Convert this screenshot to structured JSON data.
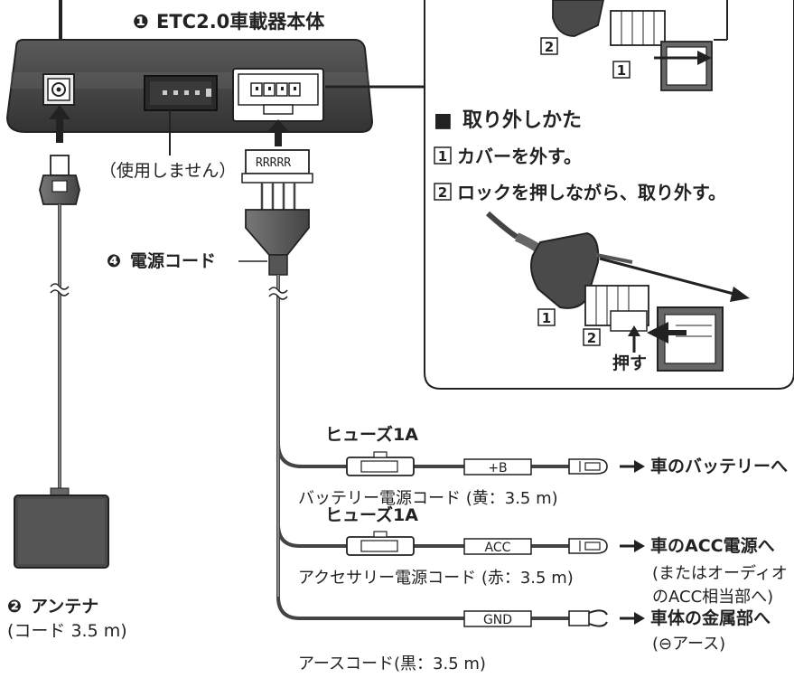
{
  "unit": {
    "number": "❶",
    "title": "ETC2.0車載器本体",
    "unused_label": "（使用しません）"
  },
  "antenna": {
    "number": "❷",
    "title": "アンテナ",
    "cord": "(コード 3.5 m)"
  },
  "power_cord": {
    "number": "❹",
    "title": "電源コード"
  },
  "removal": {
    "heading_marker": "■",
    "heading": "取り外しかた",
    "step1_num": "1",
    "step1": "カバーを外す。",
    "step2_num": "2",
    "step2": "ロックを押しながら、取り外す。",
    "label_1": "1",
    "label_2": "2",
    "push_label": "押す"
  },
  "cables": [
    {
      "fuse_label": "ヒューズ1A",
      "tag": "+B",
      "caption": "バッテリー電源コード (黄：3.5 m)",
      "destination": "車のバッテリーへ",
      "destination_note": []
    },
    {
      "fuse_label": "ヒューズ1A",
      "tag": "ACC",
      "caption": "アクセサリー電源コード (赤：3.5 m)",
      "destination": "車のACC電源へ",
      "destination_note": [
        "(またはオーディオ",
        "のACC相当部へ)"
      ]
    },
    {
      "fuse_label": "",
      "tag": "GND",
      "caption": "アースコード(黒：3.5 m)",
      "destination": "車体の金属部へ",
      "destination_note": [
        "(⊖アース)"
      ]
    }
  ]
}
